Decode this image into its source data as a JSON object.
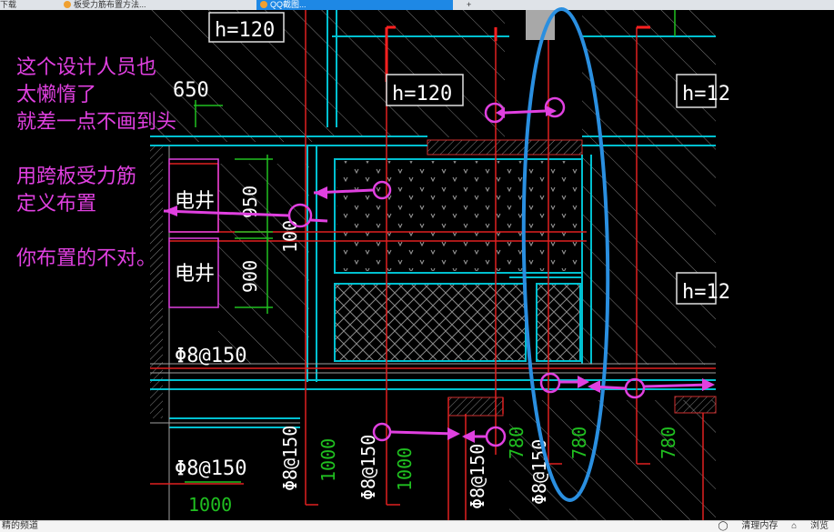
{
  "browser": {
    "tabs": [
      {
        "label": "下载"
      },
      {
        "label": "板受力筋布置方法..."
      },
      {
        "label": "QQ截图..."
      },
      {
        "label": "+"
      }
    ]
  },
  "annotations": {
    "line1": "这个设计人员也",
    "line2": "太懒惰了",
    "line3": "就差一点不画到头",
    "line4": "用跨板受力筋",
    "line5": "定义布置",
    "line6": "你布置的不对。"
  },
  "drawing": {
    "h_label_1": "h=120",
    "h_label_2": "h=120",
    "h_label_3": "h=12",
    "h_label_4": "h=12",
    "dim_650": "650",
    "dim_950": "950",
    "dim_100": "100",
    "dim_900": "900",
    "well_1": "电井",
    "well_2": "电井",
    "rebar_1": "Φ8@150",
    "rebar_2": "Φ8@150",
    "rebar_v1": "Φ8@150",
    "rebar_v2": "Φ8@150",
    "rebar_v3": "Φ8@150",
    "rebar_v4": "Φ8@150",
    "len_1000a": "1000",
    "len_1000b": "1000",
    "len_1000c": "1000",
    "len_780a": "780",
    "len_780b": "780",
    "len_780c": "780"
  },
  "status": {
    "left": "精的频道",
    "clean": "清理内存",
    "browser": "浏览"
  },
  "colors": {
    "annotation": "#e040e0",
    "rebar_red": "#e02020",
    "wall_cyan": "#00c0d0",
    "highlight_blue": "#2a8fe0",
    "dimension_green": "#20c020",
    "hatch": "#8a8a8a"
  }
}
